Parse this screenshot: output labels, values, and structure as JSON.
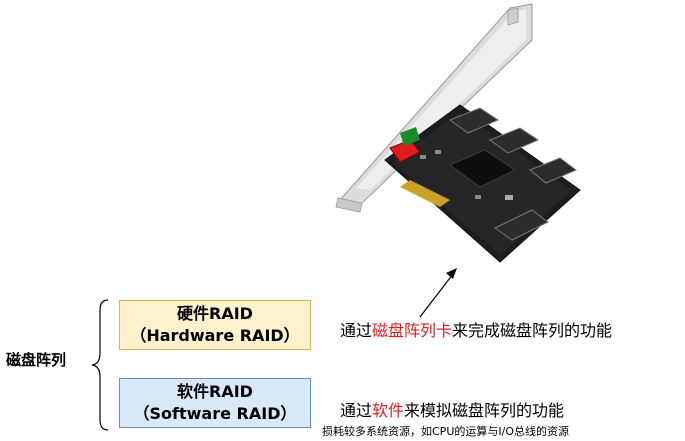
{
  "root_label": "磁盘阵列",
  "hardware": {
    "title": "硬件RAID",
    "subtitle": "（Hardware RAID）",
    "desc_prefix": "通过",
    "desc_highlight": "磁盘阵列卡",
    "desc_suffix": "来完成磁盘阵列的功能"
  },
  "software": {
    "title": "软件RAID",
    "subtitle": "（Software RAID）",
    "desc_prefix": "通过",
    "desc_highlight": "软件",
    "desc_suffix": "来模拟磁盘阵列的功能",
    "note": "损耗较多系统资源，如CPU的运算与I/O总线的资源"
  },
  "colors": {
    "hardware_fill": "#fff2cc",
    "hardware_border": "#d6b656",
    "software_fill": "#dae8fc",
    "software_border": "#6c8ebf",
    "highlight": "#e02020"
  },
  "illustration": "raid-card-photo"
}
